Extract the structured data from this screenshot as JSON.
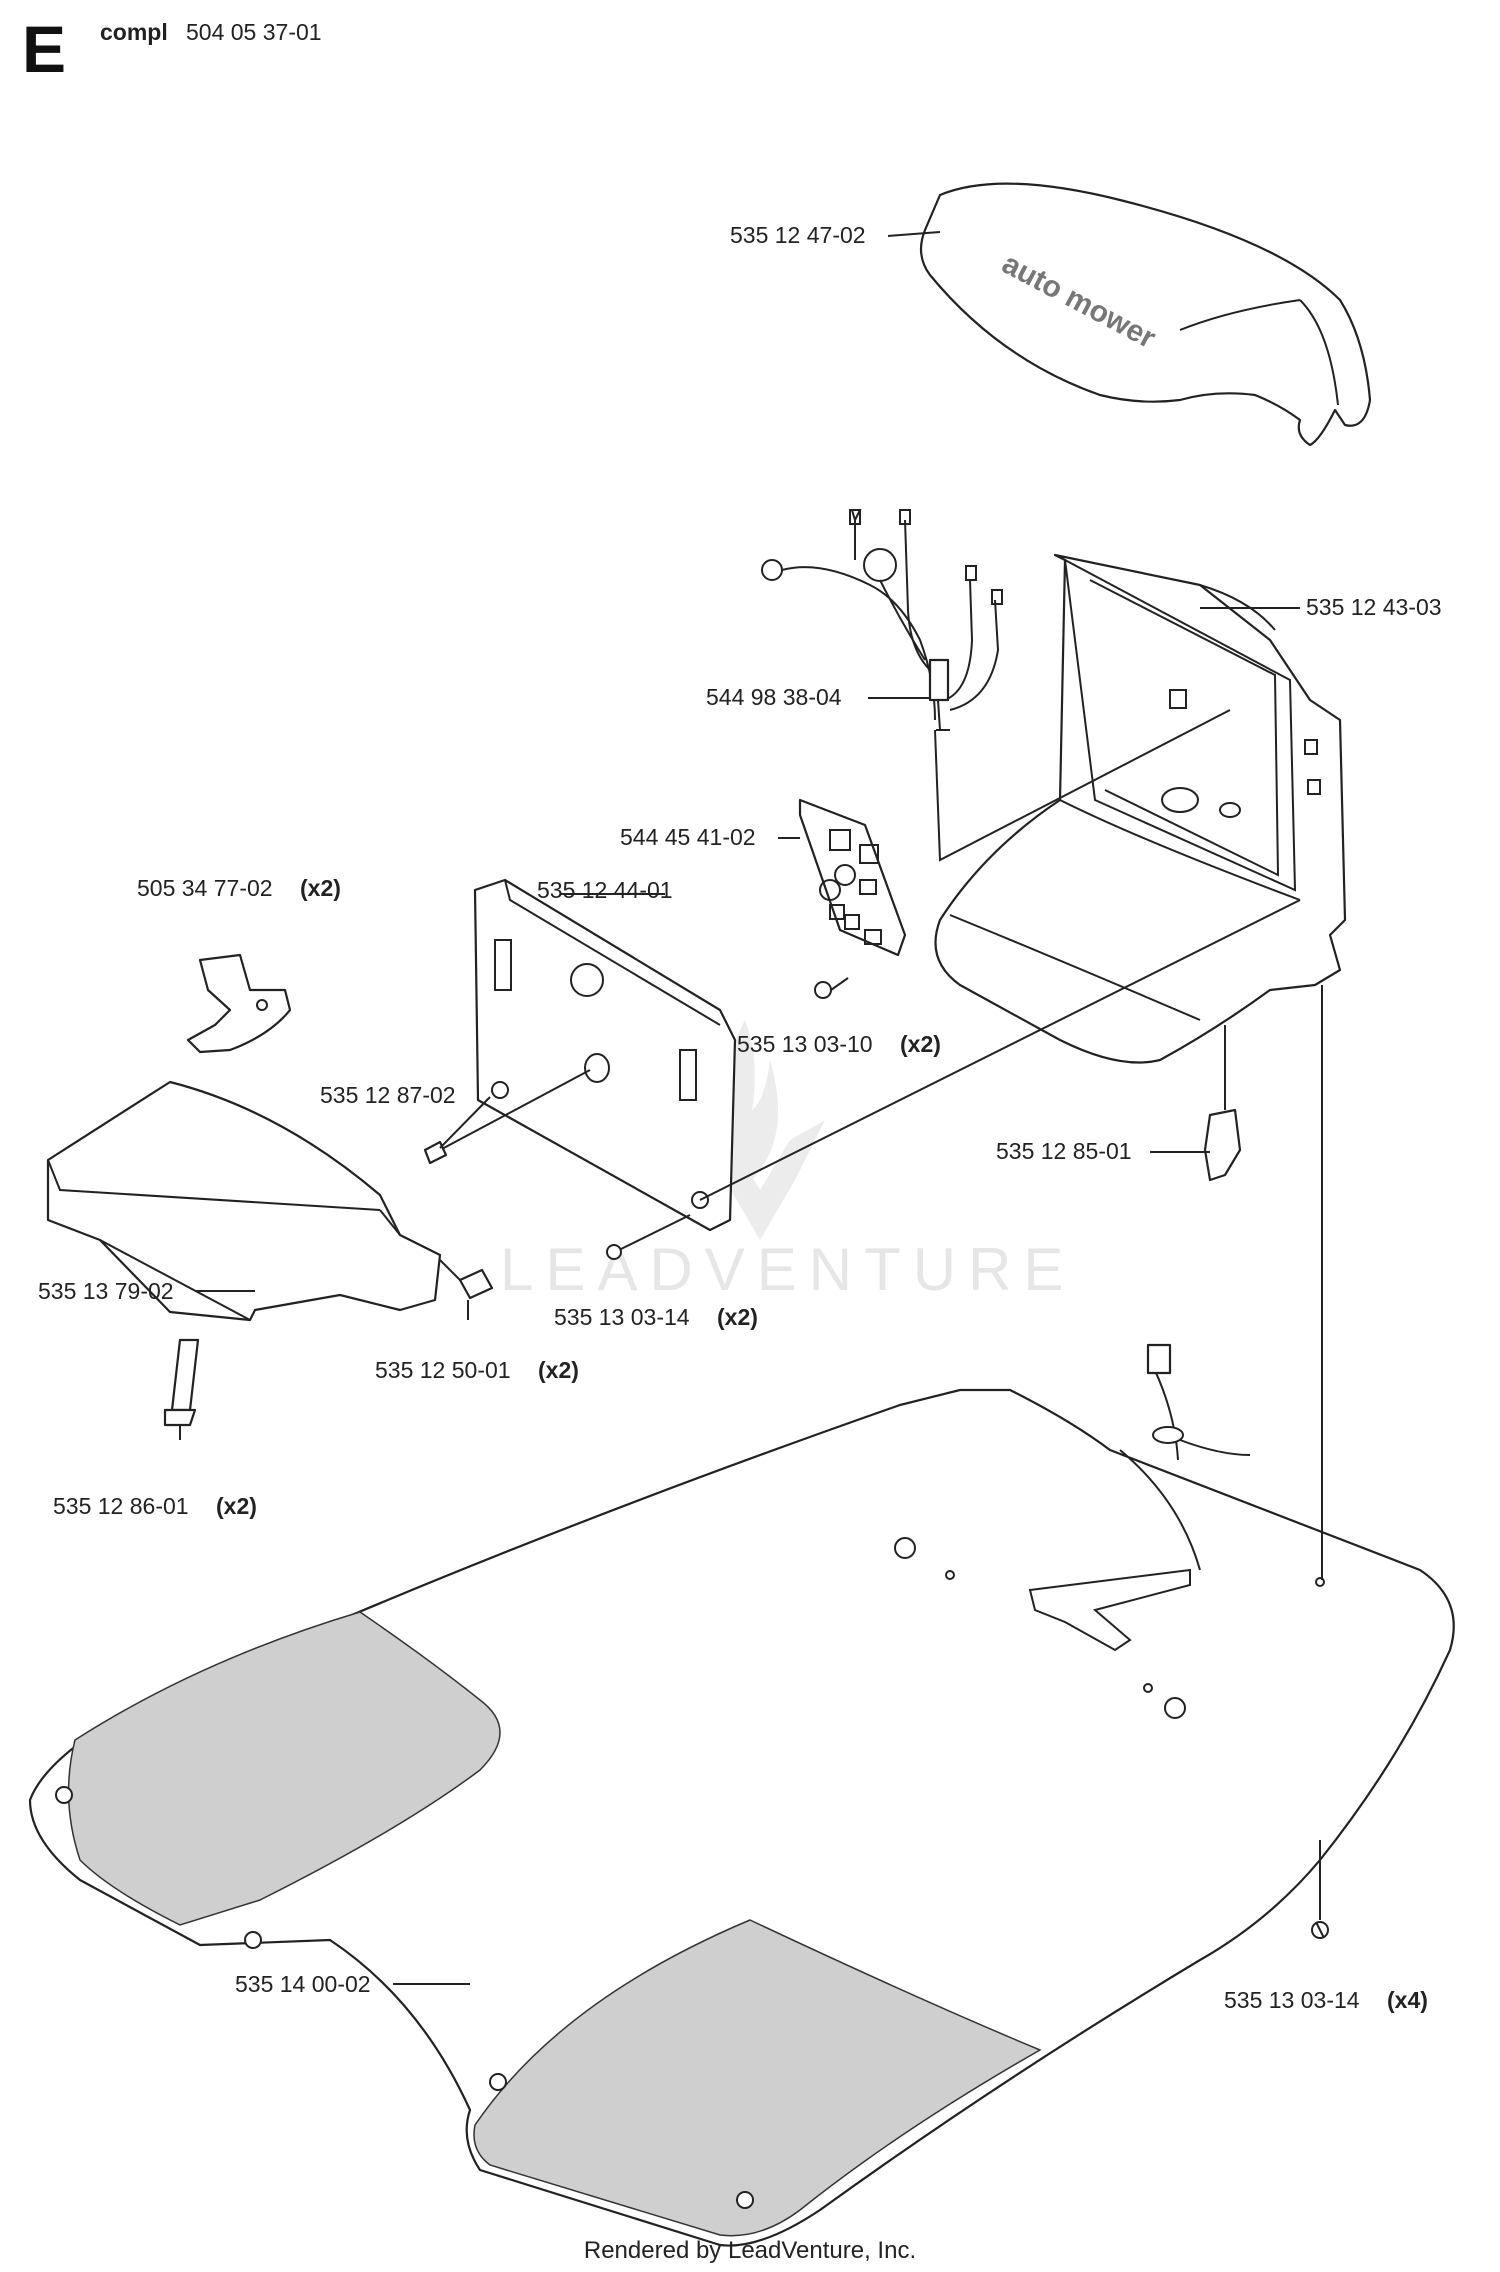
{
  "header": {
    "section_letter": "E",
    "compl_label": "compl",
    "compl_number": "504 05 37-01"
  },
  "watermark": "LEADVENTURE",
  "footer": "Rendered by LeadVenture, Inc.",
  "cover_logo": "auto mower",
  "parts": [
    {
      "id": "p1",
      "number": "535 12 47-02",
      "qty": ""
    },
    {
      "id": "p2",
      "number": "535 12 43-03",
      "qty": ""
    },
    {
      "id": "p3",
      "number": "544 98 38-04",
      "qty": ""
    },
    {
      "id": "p4",
      "number": "544 45 41-02",
      "qty": ""
    },
    {
      "id": "p5",
      "number": "505 34 77-02",
      "qty": "(x2)"
    },
    {
      "id": "p6",
      "number": "535 12 44-01",
      "qty": ""
    },
    {
      "id": "p7",
      "number": "535 13 03-10",
      "qty": "(x2)"
    },
    {
      "id": "p8",
      "number": "535 12 87-02",
      "qty": ""
    },
    {
      "id": "p9",
      "number": "535 12 85-01",
      "qty": ""
    },
    {
      "id": "p10",
      "number": "535 13 79-02",
      "qty": ""
    },
    {
      "id": "p11",
      "number": "535 13 03-14",
      "qty": "(x2)"
    },
    {
      "id": "p12",
      "number": "535 12 50-01",
      "qty": "(x2)"
    },
    {
      "id": "p13",
      "number": "535 12 86-01",
      "qty": "(x2)"
    },
    {
      "id": "p14",
      "number": "535 13 03-14",
      "qty": "(x4)"
    },
    {
      "id": "p15",
      "number": "535 14 00-02",
      "qty": ""
    }
  ]
}
